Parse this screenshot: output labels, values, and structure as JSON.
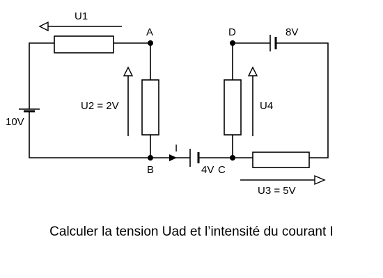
{
  "diagram": {
    "nodes": {
      "a": "A",
      "b": "B",
      "c": "C",
      "d": "D"
    },
    "labels": {
      "u1": "U1",
      "u2": "U2 = 2V",
      "u3": "U3 = 5V",
      "u4": "U4",
      "gen_left": "10V",
      "gen_mid": "4V",
      "gen_right": "8V",
      "current": "I"
    }
  },
  "question": "Calculer la tension Uad et l’intensité du courant I"
}
